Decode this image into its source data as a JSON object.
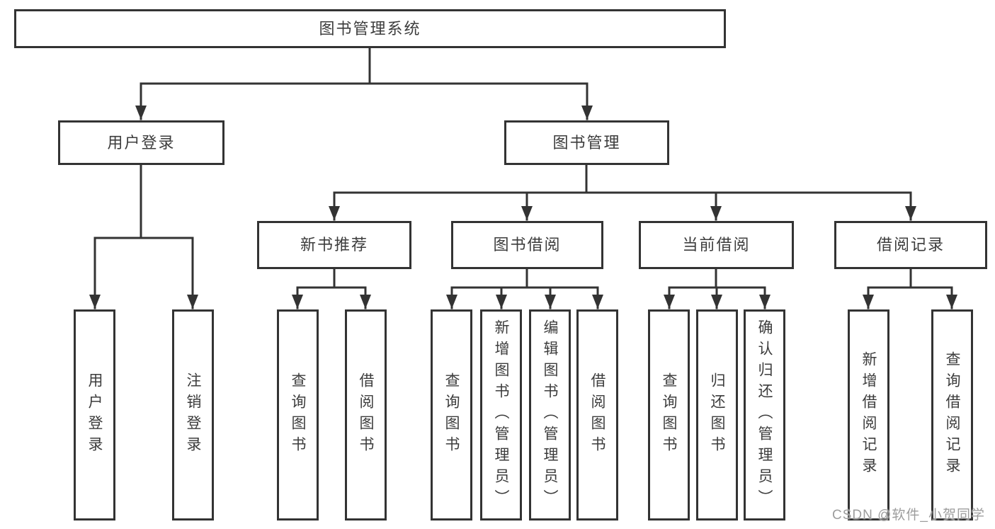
{
  "diagram": {
    "type": "hierarchy-tree",
    "colors": {
      "line": "#333333",
      "box_border": "#333333",
      "text": "#3c3c3c",
      "background": "#ffffff",
      "watermark": "#9d9d9d"
    },
    "tree": {
      "label": "图书管理系统",
      "children": [
        {
          "label": "用户登录",
          "children": [
            {
              "label": "用户登录"
            },
            {
              "label": "注销登录"
            }
          ]
        },
        {
          "label": "图书管理",
          "children": [
            {
              "label": "新书推荐",
              "children": [
                {
                  "label": "查询图书"
                },
                {
                  "label": "借阅图书"
                }
              ]
            },
            {
              "label": "图书借阅",
              "children": [
                {
                  "label": "查询图书"
                },
                {
                  "label": "新增图书（管理员）"
                },
                {
                  "label": "编辑图书（管理员）"
                },
                {
                  "label": "借阅图书"
                }
              ]
            },
            {
              "label": "当前借阅",
              "children": [
                {
                  "label": "查询图书"
                },
                {
                  "label": "归还图书"
                },
                {
                  "label": "确认归还（管理员）"
                }
              ]
            },
            {
              "label": "借阅记录",
              "children": [
                {
                  "label": "新增借阅记录"
                },
                {
                  "label": "查询借阅记录"
                }
              ]
            }
          ]
        }
      ]
    }
  },
  "watermark": {
    "text": "CSDN @软件_小贺同学"
  }
}
